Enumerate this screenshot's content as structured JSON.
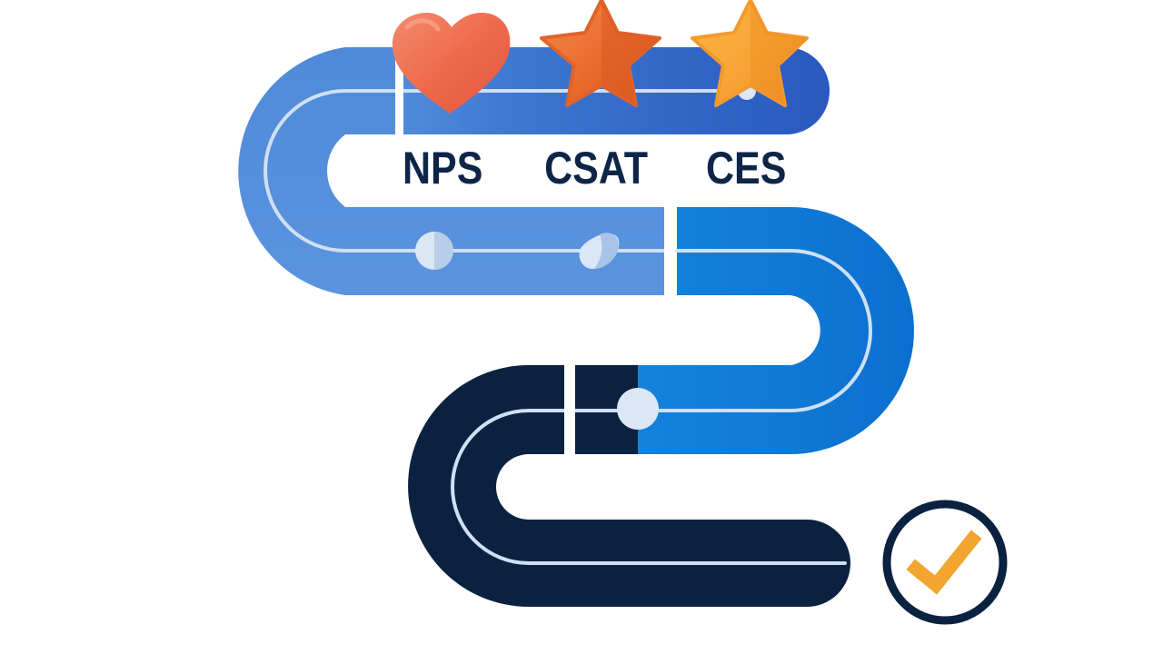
{
  "metrics": {
    "nps": {
      "label": "NPS",
      "icon": "heart-icon",
      "color": "#ee6548"
    },
    "csat": {
      "label": "CSAT",
      "icon": "star-icon",
      "color": "#ea6a2d"
    },
    "ces": {
      "label": "CES",
      "icon": "star-icon",
      "color": "#f7a534"
    }
  },
  "path": {
    "segment_colors": [
      "#2f62c8",
      "#4d88dd",
      "#0f78d6",
      "#0b2140"
    ],
    "guide_line_color": "#cfe0f5",
    "marker_color": "#dbe7f6"
  },
  "end": {
    "icon": "checkmark-icon",
    "ring_color": "#0b2140",
    "check_color": "#f2a52f"
  }
}
